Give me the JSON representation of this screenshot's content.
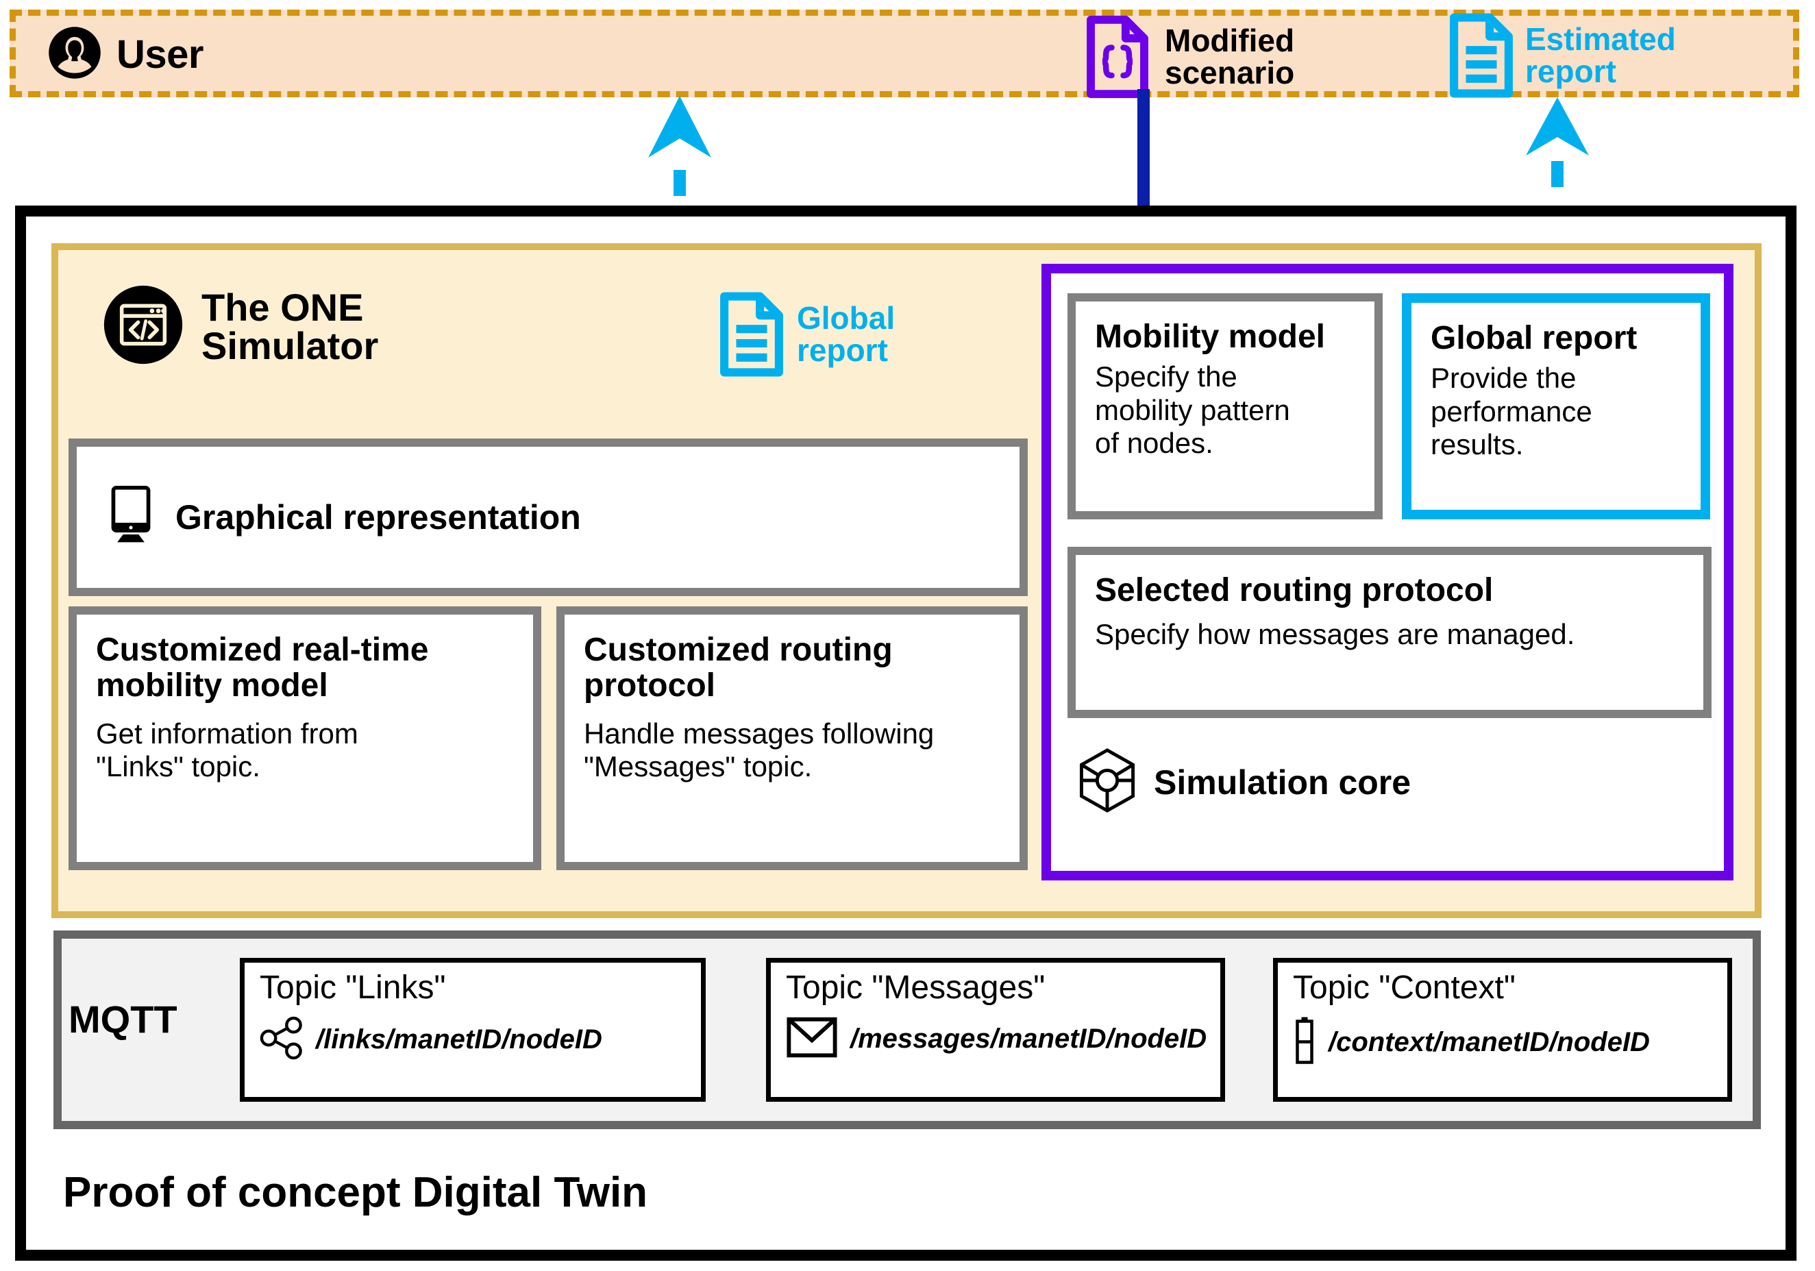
{
  "user_strip": {
    "user_label": "User",
    "user_icon": "user-avatar-icon",
    "modified_scenario_line1": "Modified",
    "modified_scenario_line2": "scenario",
    "modified_scenario_icon": "json-document-icon",
    "estimated_report_line1": "Estimated",
    "estimated_report_line2": "report",
    "estimated_report_icon": "report-document-icon"
  },
  "simulator": {
    "title_line1": "The ONE",
    "title_line2": "Simulator",
    "logo_icon": "code-window-icon",
    "global_report_line1": "Global",
    "global_report_line2": "report",
    "global_report_icon": "report-document-icon",
    "graphical": {
      "label": "Graphical representation",
      "icon": "monitor-icon"
    },
    "customized": [
      {
        "title": "Customized real-time mobility model",
        "body_line1": "Get information from",
        "body_line2": "\"Links\" topic."
      },
      {
        "title": "Customized routing protocol",
        "body_line1": "Handle messages following",
        "body_line2": "\"Messages\" topic."
      }
    ]
  },
  "core_panel": {
    "mobility": {
      "title": "Mobility model",
      "body_line1": "Specify the",
      "body_line2": "mobility pattern",
      "body_line3": "of nodes."
    },
    "global_report": {
      "title": "Global report",
      "body_line1": "Provide the",
      "body_line2": "performance",
      "body_line3": "results."
    },
    "routing": {
      "title": "Selected routing protocol",
      "body": "Specify how messages are managed."
    },
    "simulation_core": {
      "label": "Simulation core",
      "icon": "hexagon-node-icon"
    }
  },
  "mqtt": {
    "label": "MQTT",
    "topics": [
      {
        "title": "Topic \"Links\"",
        "path": "/links/manetID/nodeID",
        "icon": "share-network-icon"
      },
      {
        "title": "Topic \"Messages\"",
        "path": "/messages/manetID/nodeID",
        "icon": "envelope-icon"
      },
      {
        "title": "Topic \"Context\"",
        "path": "/context/manetID/nodeID",
        "icon": "battery-icon"
      }
    ]
  },
  "footer": {
    "title": "Proof of concept Digital Twin"
  },
  "colors": {
    "cyan": "#00B0EE",
    "purple": "#6C00E8",
    "dark_blue": "#0B1FA8",
    "gold_dash": "#D4960D",
    "peach_bg": "#FBE0C8",
    "cream_bg": "#FDF0D2",
    "gold_border": "#D9B755",
    "gray_border": "#808080",
    "mqtt_bg": "#F2F2F2",
    "mqtt_border": "#666666"
  }
}
